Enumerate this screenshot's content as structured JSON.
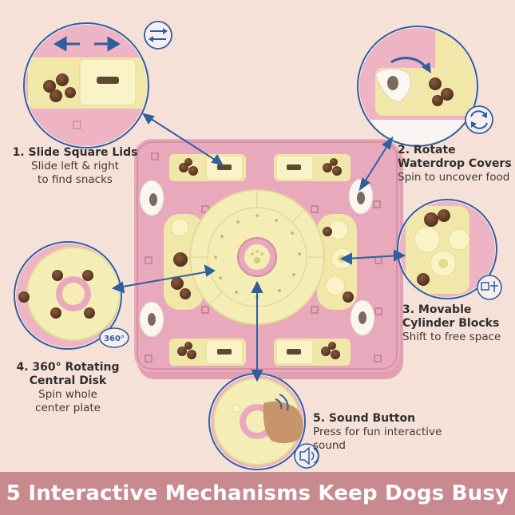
{
  "labels": {
    "m1": {
      "title": "1. Slide Square Lids",
      "desc1": "Slide left & right",
      "desc2": "to find snacks"
    },
    "m2": {
      "title1": "2. Rotate",
      "title2": "Waterdrop Covers",
      "desc": "Spin to uncover food"
    },
    "m3": {
      "title1": "3. Movable",
      "title2": "Cylinder Blocks",
      "desc": "Shift to free space"
    },
    "m4": {
      "title1": "4. 360° Rotating",
      "title2": "Central Disk",
      "desc1": "Spin whole",
      "desc2": "center plate"
    },
    "m5": {
      "title": "5. Sound Button",
      "desc1": "Press for fun interactive",
      "desc2": "sound"
    }
  },
  "badge_360": "360°",
  "banner": {
    "text": "5 Interactive Mechanisms Keep Dogs Busy"
  },
  "icons": [
    "swap-arrows-icon",
    "rotate-arrows-icon",
    "move-arrows-icon",
    "rotate-360-icon",
    "speaker-icon"
  ],
  "colors": {
    "background": "#f6e1d8",
    "tray": "#e7a9bb",
    "insert": "#f4eeb6",
    "accent_blue": "#2f5f9e",
    "banner": "#c98a8f"
  }
}
